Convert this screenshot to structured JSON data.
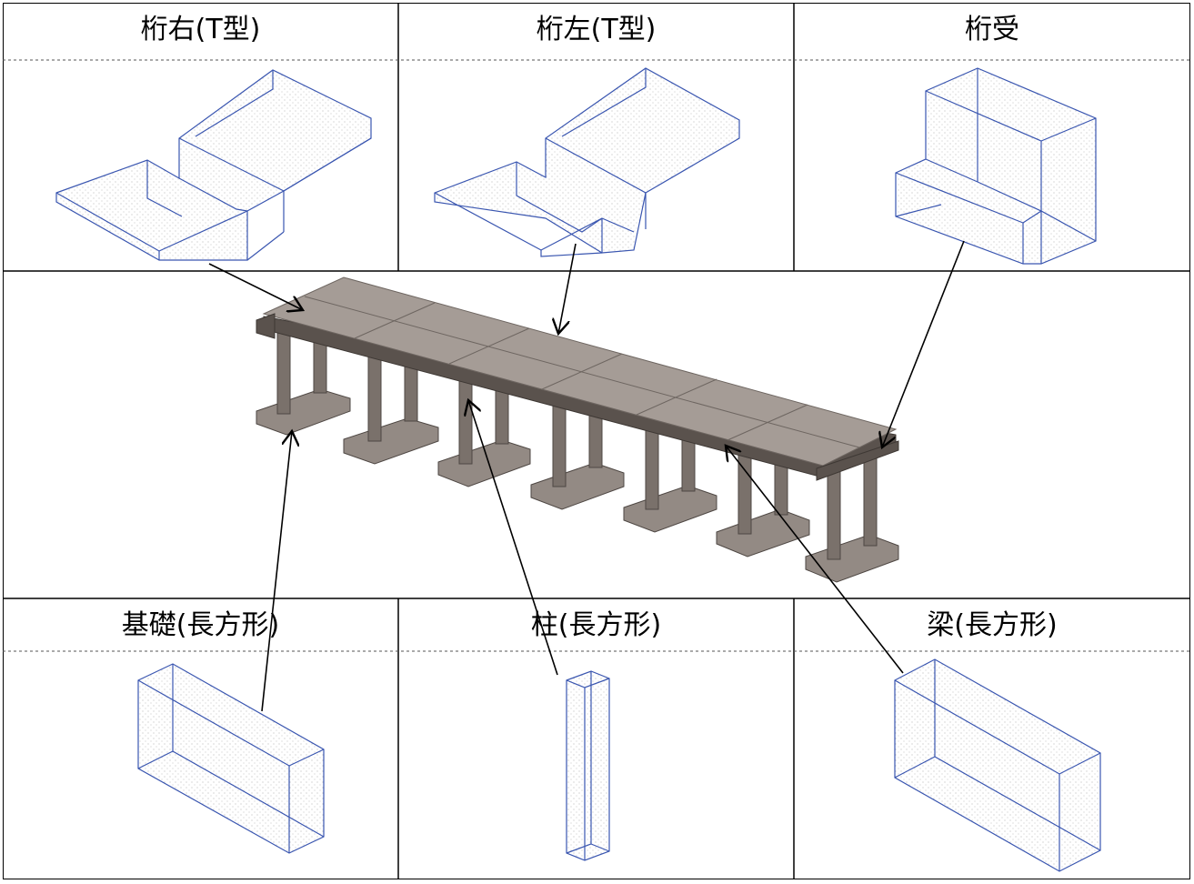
{
  "panels": {
    "top_left": {
      "title": "桁右(T型)"
    },
    "top_center": {
      "title": "桁左(T型)"
    },
    "top_right": {
      "title": "桁受"
    },
    "bottom_left": {
      "title": "基礎(長方形)"
    },
    "bottom_center": {
      "title": "柱(長方形)"
    },
    "bottom_right": {
      "title": "梁(長方形)"
    }
  },
  "colors": {
    "wireframe": "#3a56b0",
    "concrete": "#7a716b",
    "deck": "#a59c96",
    "arrow": "#000000"
  }
}
